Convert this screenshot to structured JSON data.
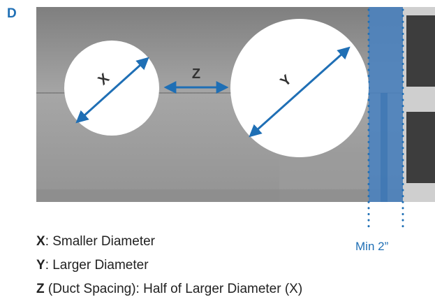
{
  "panel": {
    "letter": "D"
  },
  "colors": {
    "accent": "#1f6fb5",
    "wall": "#8f8f8f",
    "wall_light": "#a3a3a3",
    "strip": "#4a82bf",
    "dark_tile": "#3a3a3a"
  },
  "diagram": {
    "label_x": "X",
    "label_y": "Y",
    "label_z": "Z",
    "min_label": "Min 2”"
  },
  "legend": [
    {
      "key": "X",
      "desc": ": Smaller Diameter"
    },
    {
      "key": "Y",
      "desc": ": Larger Diameter"
    },
    {
      "key": "Z",
      "desc": " (Duct Spacing): Half of Larger Diameter (X)"
    }
  ]
}
